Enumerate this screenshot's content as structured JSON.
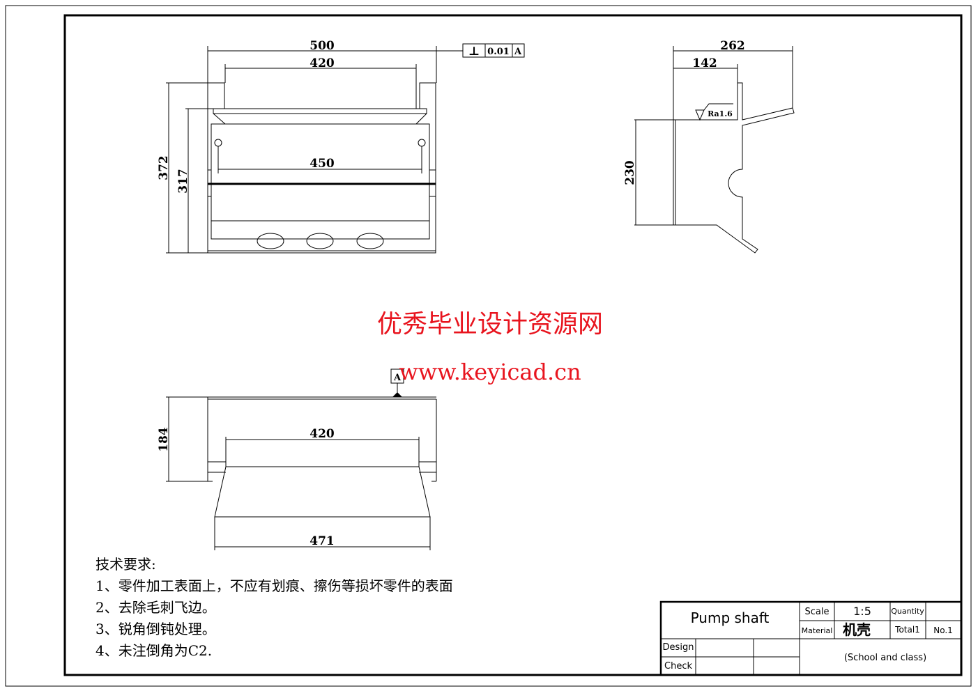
{
  "front_view": {
    "dim_overall_width": "500",
    "dim_inner_width": "420",
    "dim_hole_spacing": "450",
    "dim_total_height": "372",
    "dim_body_height": "317",
    "tolerance": {
      "symbol": "⊥",
      "value": "0.01",
      "datum": "A"
    }
  },
  "side_view": {
    "dim_total_depth": "262",
    "dim_top_depth": "142",
    "dim_height": "230",
    "roughness": "Ra1.6"
  },
  "bottom_view": {
    "datum_label": "A",
    "dim_inner_width": "420",
    "dim_height": "184",
    "dim_bottom_width": "471"
  },
  "watermark": {
    "title": "优秀毕业设计资源网",
    "url": "www.keyicad.cn"
  },
  "requirements": {
    "heading": "技术要求:",
    "items": [
      "1、零件加工表面上，不应有划痕、擦伤等损坏零件的表面",
      "2、去除毛刺飞边。",
      "3、锐角倒钝处理。",
      "4、未注倒角为C2."
    ]
  },
  "title_block": {
    "part_name": "Pump shaft",
    "scale_label": "Scale",
    "scale_value": "1:5",
    "quantity_label": "Quantity",
    "material_label": "Material",
    "material_value": "机壳",
    "total_label": "Total1",
    "number": "No.1",
    "design_label": "Design",
    "check_label": "Check",
    "school": "(School and class)"
  }
}
